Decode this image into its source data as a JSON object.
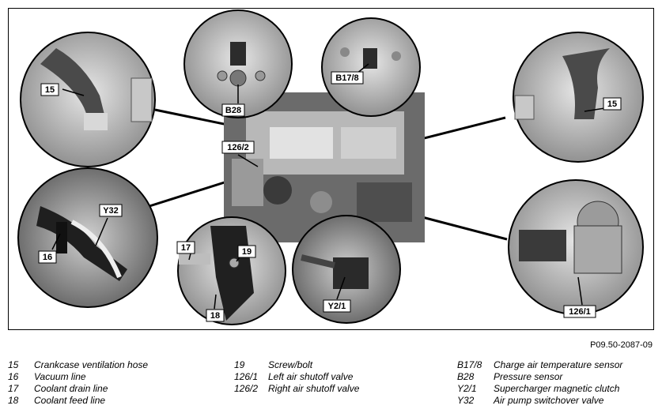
{
  "figure": {
    "callouts": [
      "15",
      "B28",
      "B17/8",
      "15",
      "126/2",
      "Y32",
      "16",
      "17",
      "19",
      "18",
      "Y2/1",
      "126/1"
    ]
  },
  "reference_code": "P09.50-2087-09",
  "legend": {
    "col1": [
      {
        "code": "15",
        "desc": "Crankcase ventilation hose"
      },
      {
        "code": "16",
        "desc": "Vacuum line"
      },
      {
        "code": "17",
        "desc": "Coolant drain line"
      },
      {
        "code": "18",
        "desc": "Coolant feed line"
      }
    ],
    "col2": [
      {
        "code": "19",
        "desc": "Screw/bolt"
      },
      {
        "code": "126/1",
        "desc": "Left air shutoff valve"
      },
      {
        "code": "126/2",
        "desc": "Right air shutoff valve"
      }
    ],
    "col3": [
      {
        "code": "B17/8",
        "desc": "Charge air temperature sensor"
      },
      {
        "code": "B28",
        "desc": "Pressure sensor"
      },
      {
        "code": "Y2/1",
        "desc": "Supercharger magnetic clutch"
      },
      {
        "code": "Y32",
        "desc": "Air pump switchover valve"
      }
    ]
  }
}
